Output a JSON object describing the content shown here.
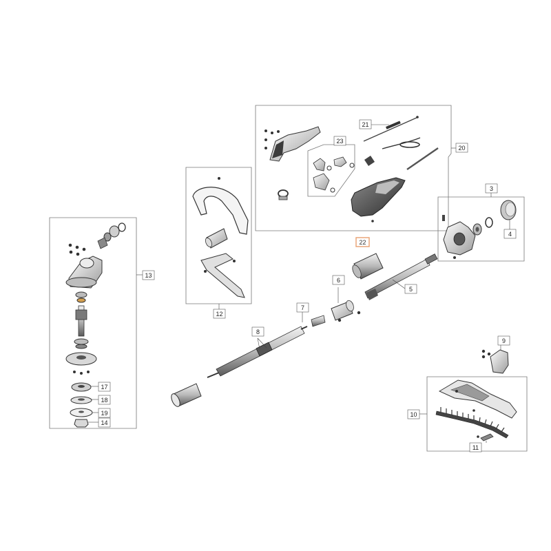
{
  "diagram": {
    "labels": {
      "l3": "3",
      "l4": "4",
      "l5": "5",
      "l6": "6",
      "l7": "7",
      "l8": "8",
      "l9": "9",
      "l10": "10",
      "l11": "11",
      "l12": "12",
      "l13": "13",
      "l14": "14",
      "l17": "17",
      "l18": "18",
      "l19": "19",
      "l20": "20",
      "l21": "21",
      "l22": "22",
      "l23": "23"
    },
    "highlighted_label": "22",
    "colors": {
      "line": "#555555",
      "part_dark": "#3a3a3a",
      "part_mid": "#9a9a9a",
      "part_light": "#d6d6d6",
      "highlight_border": "#e8a070"
    }
  }
}
